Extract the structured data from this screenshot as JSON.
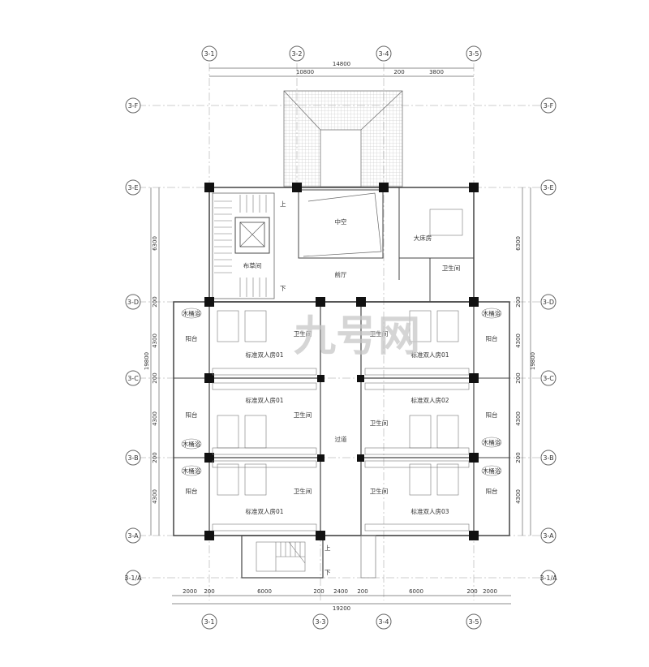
{
  "axes": {
    "top": [
      "3-1",
      "3-2",
      "3-4",
      "3-5"
    ],
    "bottom": [
      "3-1",
      "3-3",
      "3-4",
      "3-5"
    ],
    "left": [
      "3-F",
      "3-E",
      "3-D",
      "3-C",
      "3-B",
      "3-A",
      "3-1/A"
    ],
    "right": [
      "3-F",
      "3-E",
      "3-D",
      "3-C",
      "3-B",
      "3-A",
      "3-1/A"
    ]
  },
  "dims": {
    "top_total": "14800",
    "top_parts": [
      "10800",
      "200",
      "3800"
    ],
    "bottom_total": "19200",
    "bottom_parts": [
      "2000",
      "200",
      "6000",
      "200",
      "2400",
      "200",
      "6000",
      "200",
      "2000"
    ],
    "side_total": "19800",
    "side_parts": [
      "6300",
      "200",
      "4300",
      "200",
      "4300",
      "200",
      "4300"
    ]
  },
  "rooms": {
    "atrium": "中空",
    "hall": "前厅",
    "linen": "布草间",
    "king": "大床房",
    "king_bath": "卫生间",
    "corridor": "过道",
    "up": "上",
    "down": "下",
    "balcony": "阳台",
    "tub": "木桶浴",
    "bath": "卫生间",
    "std_l01": "标准双人房01",
    "std_l01b": "标准双人房01",
    "std_l01c": "标准双人房01",
    "std_r01": "标准双人房01",
    "std_r02": "标准双人房02",
    "std_r03": "标准双人房03"
  },
  "watermark": "九号网",
  "colors": {
    "line": "#444444",
    "column": "#111111",
    "watermark": "#c8c8c8"
  }
}
